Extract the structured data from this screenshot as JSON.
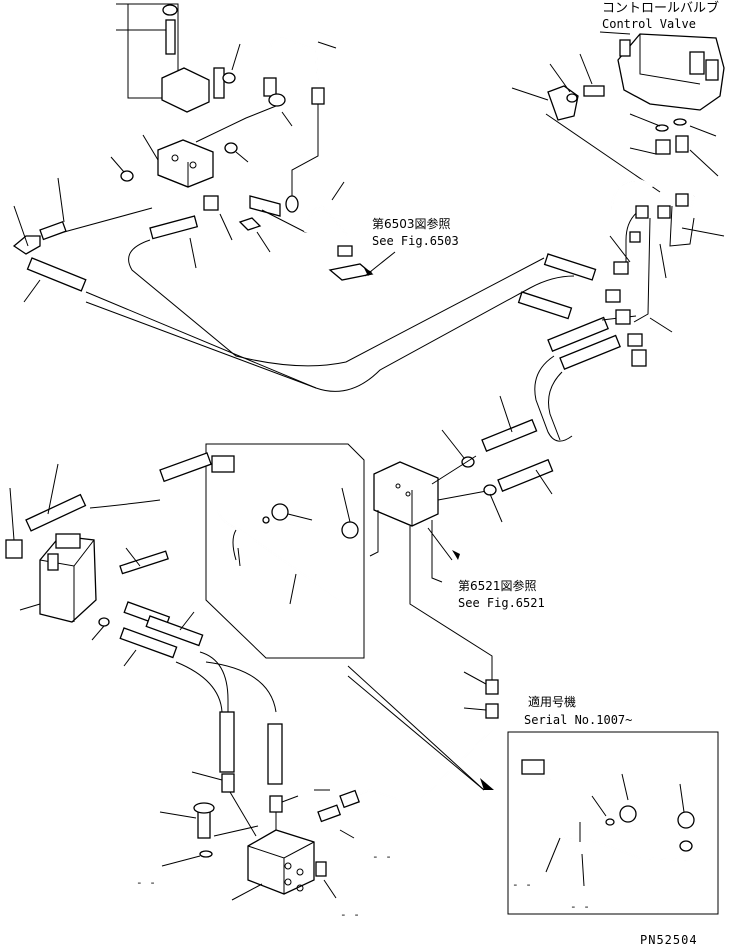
{
  "labels": {
    "control_valve_jp": "コントロールバルブ",
    "control_valve_en": "Control Valve",
    "ref_6503_jp": "第6503図参照",
    "ref_6503_en": "See Fig.6503",
    "ref_6521_jp": "第6521図参照",
    "ref_6521_en": "See Fig.6521",
    "serial_jp": "適用号機",
    "serial_en": "Serial No.1007~",
    "page_code": "PN52504",
    "dash_marks": [
      "- -",
      "- -",
      "- -",
      "- -",
      "- -"
    ]
  }
}
